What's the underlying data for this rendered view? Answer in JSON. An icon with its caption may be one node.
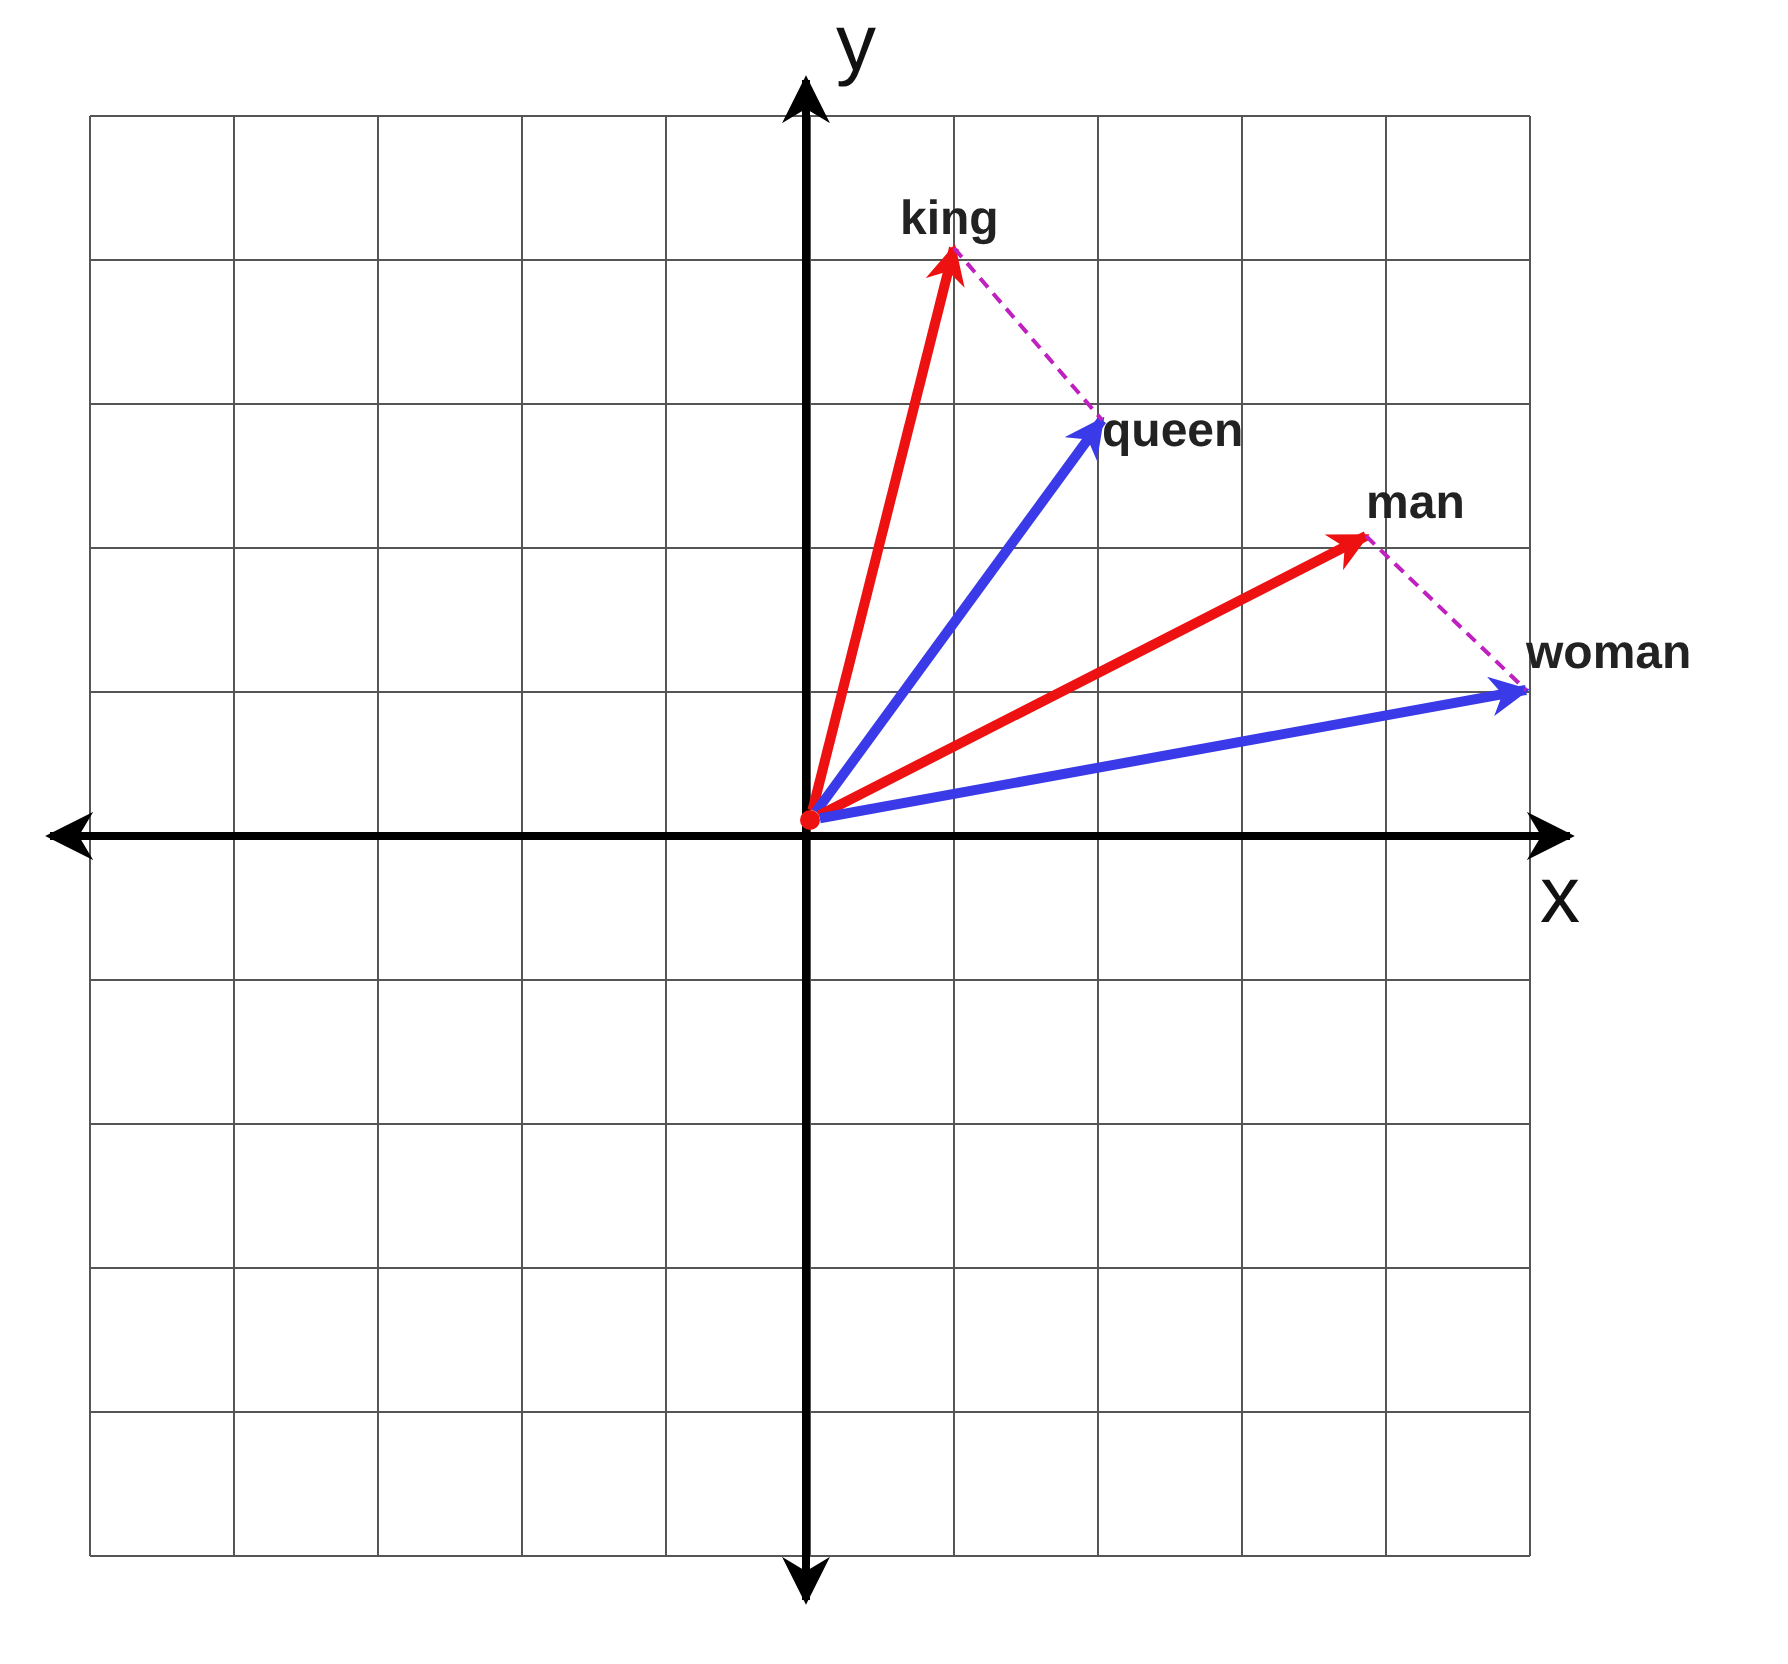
{
  "diagram": {
    "nodes": [
      {
        "text": [],
        "shape": "circle"
      },
      {
        "text": [
          "king"
        ]
      },
      {
        "text": [
          "queen"
        ]
      },
      {
        "text": [
          "man"
        ]
      },
      {
        "text": [
          "woman"
        ]
      }
    ],
    "edges": [
      {
        "from": 0,
        "to": 1,
        "arrow": "to",
        "color": "#ee1111"
      },
      {
        "from": 0,
        "to": 2,
        "arrow": "to",
        "color": "#3a3ae8"
      },
      {
        "from": 0,
        "to": 3,
        "arrow": "to",
        "color": "#ee1111"
      },
      {
        "from": 0,
        "to": 4,
        "arrow": "to",
        "color": "#3a3ae8"
      },
      {
        "from": 1,
        "to": 2,
        "arrow": "none",
        "style": "dashed",
        "color": "#c020c0"
      },
      {
        "from": 3,
        "to": 4,
        "arrow": "none",
        "style": "dashed",
        "color": "#c020c0"
      }
    ],
    "labels": [
      "y",
      "x"
    ]
  }
}
